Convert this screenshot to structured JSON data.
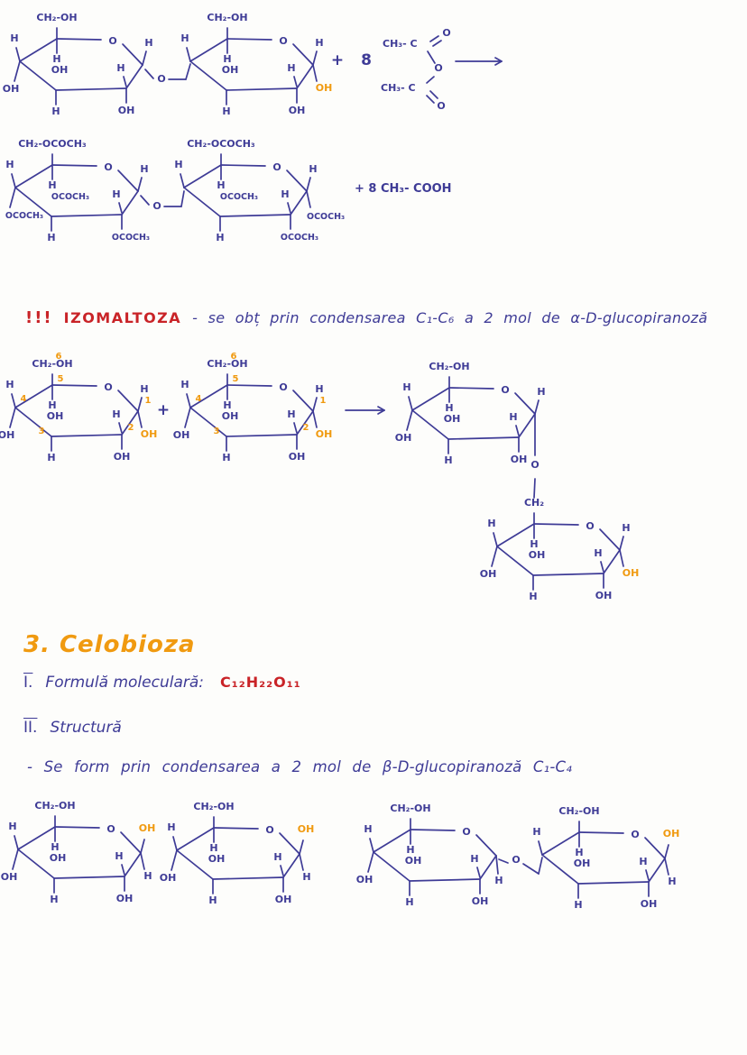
{
  "colors": {
    "ink": "#3e3b96",
    "red": "#c92327",
    "orange": "#f09a10",
    "paper": "#fdfdfb"
  },
  "labels": {
    "ch2oh": "CH₂-OH",
    "ch2ococh3": "CH₂-OCOCH₃",
    "ch2": "CH₂",
    "ococh3": "OCOCH₃",
    "o": "O",
    "h": "H",
    "oh": "OH",
    "plus": "+",
    "eight": "8",
    "ch3c": "CH₃- C",
    "plus_8_ch3cooh": "+ 8 CH₃- COOH",
    "n1": "1",
    "n2": "2",
    "n3": "3",
    "n4": "4",
    "n5": "5",
    "n6": "6"
  },
  "iso": {
    "marks": "!!!",
    "title": "IZOMALTOZA",
    "rest": "- se obț prin condensarea  C₁-C₆  a 2 mol de  α-D-glucopiranoză"
  },
  "celobioza": {
    "number": "3.",
    "title": "Celobioza",
    "item1_label": "I.",
    "item1_text": "Formulă moleculară:",
    "formula": "C₁₂H₂₂O₁₁",
    "item2_label": "II.",
    "item2_text": "Structură",
    "bullet": "- Se form prin condensarea  a 2 mol de  β-D-glucopiranoză  C₁-C₄"
  }
}
